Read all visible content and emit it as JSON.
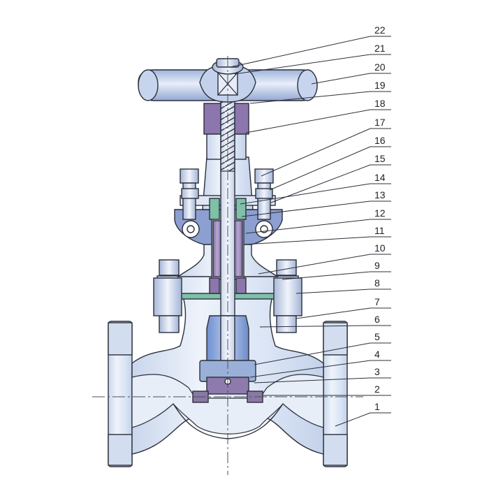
{
  "callouts": [
    {
      "label": "22"
    },
    {
      "label": "21"
    },
    {
      "label": "20"
    },
    {
      "label": "19"
    },
    {
      "label": "18"
    },
    {
      "label": "17"
    },
    {
      "label": "16"
    },
    {
      "label": "15"
    },
    {
      "label": "14"
    },
    {
      "label": "13"
    },
    {
      "label": "12"
    },
    {
      "label": "11"
    },
    {
      "label": "10"
    },
    {
      "label": "9"
    },
    {
      "label": "8"
    },
    {
      "label": "7"
    },
    {
      "label": "6"
    },
    {
      "label": "5"
    },
    {
      "label": "4"
    },
    {
      "label": "3"
    },
    {
      "label": "2"
    },
    {
      "label": "1"
    }
  ],
  "colors": {
    "body": "#dfe8f6",
    "body_shade": "#c7d4ea",
    "body_light": "#eef3fb",
    "stem": "#e6ecf7",
    "packing": "#9c86b8",
    "gland_ring": "#8c76ad",
    "seal_green": "#7ec0a8",
    "disc_blue": "#7f9fd6",
    "seat": "#8a79a3",
    "outline": "#2b2f3a",
    "hatch": "#3a3a55"
  }
}
